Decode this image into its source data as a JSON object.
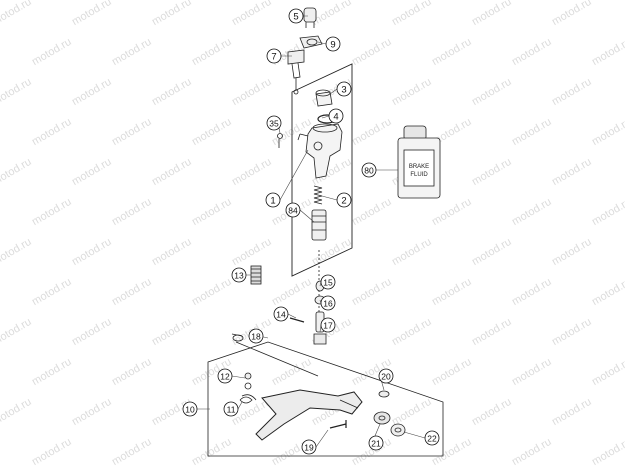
{
  "watermark": "motod.ru",
  "bottle_label": [
    "BRAKE",
    "FLUID"
  ],
  "callouts": [
    {
      "id": "p5",
      "label": "5"
    },
    {
      "id": "p9",
      "label": "9"
    },
    {
      "id": "p7",
      "label": "7"
    },
    {
      "id": "p3",
      "label": "3"
    },
    {
      "id": "p4",
      "label": "4"
    },
    {
      "id": "p35",
      "label": "35"
    },
    {
      "id": "p80",
      "label": "80"
    },
    {
      "id": "p1",
      "label": "1"
    },
    {
      "id": "p2",
      "label": "2"
    },
    {
      "id": "p84",
      "label": "84"
    },
    {
      "id": "p13",
      "label": "13"
    },
    {
      "id": "p15",
      "label": "15"
    },
    {
      "id": "p16",
      "label": "16"
    },
    {
      "id": "p14",
      "label": "14"
    },
    {
      "id": "p17",
      "label": "17"
    },
    {
      "id": "p18",
      "label": "18"
    },
    {
      "id": "p12",
      "label": "12"
    },
    {
      "id": "p20",
      "label": "20"
    },
    {
      "id": "p10",
      "label": "10"
    },
    {
      "id": "p11",
      "label": "11"
    },
    {
      "id": "p19",
      "label": "19"
    },
    {
      "id": "p21",
      "label": "21"
    },
    {
      "id": "p22",
      "label": "22"
    }
  ]
}
